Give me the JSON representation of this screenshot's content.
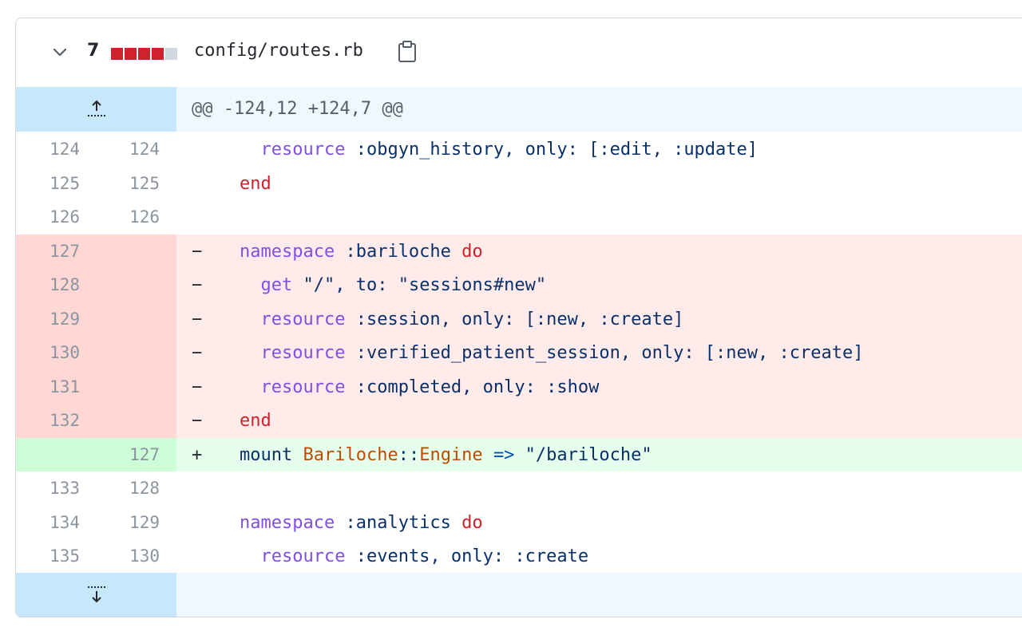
{
  "file": {
    "changes": "7",
    "name": "config/routes.rb",
    "diffstat_colors": [
      "#cf222e",
      "#cf222e",
      "#cf222e",
      "#cf222e",
      "#d0d7de"
    ]
  },
  "hunk": {
    "header": "@@ -124,12 +124,7 @@"
  },
  "icons": {
    "collapse": "chevron-down-icon",
    "copy": "clipboard-icon",
    "expand_up": "fold-up-icon",
    "expand_down": "fold-down-icon"
  },
  "lines": [
    {
      "type": "ctx",
      "old": "124",
      "new": "124",
      "marker": "",
      "tokens": [
        {
          "t": "  ",
          "c": ""
        },
        {
          "t": "resource",
          "c": "k-fn"
        },
        {
          "t": " :obgyn_history, only: [:edit, :update]",
          "c": "k-sym"
        }
      ]
    },
    {
      "type": "ctx",
      "old": "125",
      "new": "125",
      "marker": "",
      "tokens": [
        {
          "t": "end",
          "c": "k-kw"
        }
      ]
    },
    {
      "type": "ctx",
      "old": "126",
      "new": "126",
      "marker": "",
      "tokens": []
    },
    {
      "type": "del",
      "old": "127",
      "new": "",
      "marker": "-",
      "tokens": [
        {
          "t": "namespace",
          "c": "k-fn"
        },
        {
          "t": " :bariloche ",
          "c": "k-sym"
        },
        {
          "t": "do",
          "c": "k-kw"
        }
      ]
    },
    {
      "type": "del",
      "old": "128",
      "new": "",
      "marker": "-",
      "tokens": [
        {
          "t": "  ",
          "c": ""
        },
        {
          "t": "get",
          "c": "k-fn"
        },
        {
          "t": " \"/\", to: \"sessions#new\"",
          "c": "k-str"
        }
      ]
    },
    {
      "type": "del",
      "old": "129",
      "new": "",
      "marker": "-",
      "tokens": [
        {
          "t": "  ",
          "c": ""
        },
        {
          "t": "resource",
          "c": "k-fn"
        },
        {
          "t": " :session, only: [:new, :create]",
          "c": "k-sym"
        }
      ]
    },
    {
      "type": "del",
      "old": "130",
      "new": "",
      "marker": "-",
      "tokens": [
        {
          "t": "  ",
          "c": ""
        },
        {
          "t": "resource",
          "c": "k-fn"
        },
        {
          "t": " :verified_patient_session, only: [:new, :create]",
          "c": "k-sym"
        }
      ]
    },
    {
      "type": "del",
      "old": "131",
      "new": "",
      "marker": "-",
      "tokens": [
        {
          "t": "  ",
          "c": ""
        },
        {
          "t": "resource",
          "c": "k-fn"
        },
        {
          "t": " :completed, only: :show",
          "c": "k-sym"
        }
      ]
    },
    {
      "type": "del",
      "old": "132",
      "new": "",
      "marker": "-",
      "tokens": [
        {
          "t": "end",
          "c": "k-kw"
        }
      ]
    },
    {
      "type": "add",
      "old": "",
      "new": "127",
      "marker": "+",
      "tokens": [
        {
          "t": "mount ",
          "c": "k-sym"
        },
        {
          "t": "Bariloche",
          "c": "k-const"
        },
        {
          "t": "::",
          "c": "k-sym"
        },
        {
          "t": "Engine",
          "c": "k-const"
        },
        {
          "t": " ",
          "c": ""
        },
        {
          "t": "=>",
          "c": "k-op"
        },
        {
          "t": " \"/bariloche\"",
          "c": "k-str"
        }
      ]
    },
    {
      "type": "ctx",
      "old": "133",
      "new": "128",
      "marker": "",
      "tokens": []
    },
    {
      "type": "ctx",
      "old": "134",
      "new": "129",
      "marker": "",
      "tokens": [
        {
          "t": "namespace",
          "c": "k-fn"
        },
        {
          "t": " :analytics ",
          "c": "k-sym"
        },
        {
          "t": "do",
          "c": "k-kw"
        }
      ]
    },
    {
      "type": "ctx",
      "old": "135",
      "new": "130",
      "marker": "",
      "tokens": [
        {
          "t": "  ",
          "c": ""
        },
        {
          "t": "resource",
          "c": "k-fn"
        },
        {
          "t": " :events, only: :create",
          "c": "k-sym"
        }
      ]
    }
  ]
}
